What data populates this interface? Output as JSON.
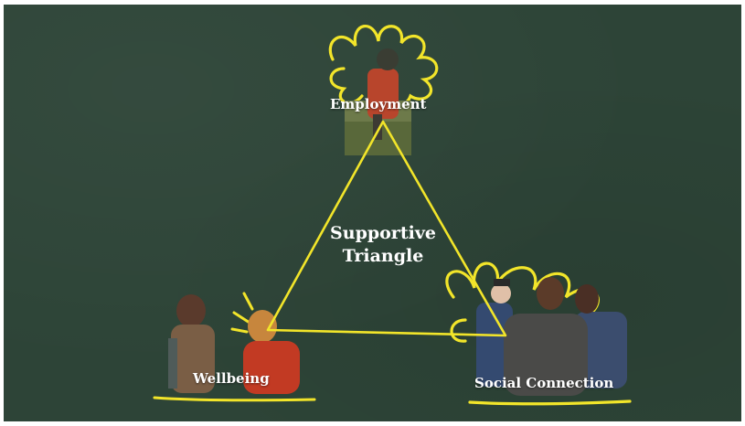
{
  "diagram": {
    "center_title_line1": "Supportive",
    "center_title_line2": "Triangle",
    "nodes": {
      "employment": "Employment",
      "wellbeing": "Wellbeing",
      "social": "Social Connection"
    }
  },
  "colors": {
    "board": "#2d4437",
    "accent_yellow": "#f2e52a",
    "text": "#ffffff"
  }
}
